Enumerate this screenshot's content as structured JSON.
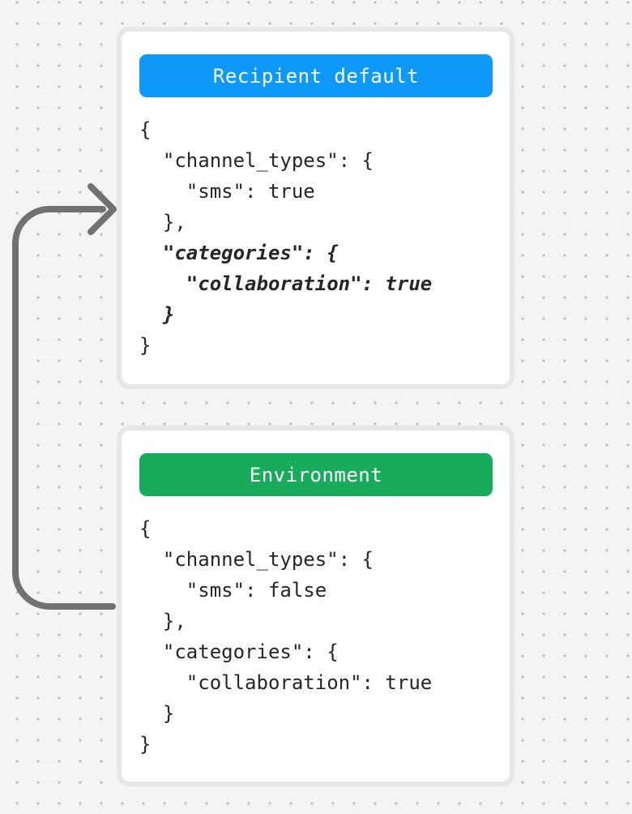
{
  "canvas": {
    "bg_color": "#f4f4f5",
    "dot_color": "#bcbcbe"
  },
  "arrow": {
    "color": "#717171"
  },
  "cards": [
    {
      "name": "recipient-default",
      "header": {
        "label": "Recipient default",
        "bg_color": "#0e98f8",
        "text_color": "#ffffff"
      },
      "code": {
        "lines": [
          {
            "text": "{",
            "em": false
          },
          {
            "text": "  \"channel_types\": {",
            "em": false
          },
          {
            "text": "    \"sms\": true",
            "em": false
          },
          {
            "text": "  },",
            "em": false
          },
          {
            "text": "  \"categories\": {",
            "em": true
          },
          {
            "text": "    \"collaboration\": true",
            "em": true
          },
          {
            "text": "  }",
            "em": true
          },
          {
            "text": "}",
            "em": false
          }
        ]
      }
    },
    {
      "name": "environment",
      "header": {
        "label": "Environment",
        "bg_color": "#18ab5b",
        "text_color": "#ffffff"
      },
      "code": {
        "lines": [
          {
            "text": "{",
            "em": false
          },
          {
            "text": "  \"channel_types\": {",
            "em": false
          },
          {
            "text": "    \"sms\": false",
            "em": false
          },
          {
            "text": "  },",
            "em": false
          },
          {
            "text": "  \"categories\": {",
            "em": false
          },
          {
            "text": "    \"collaboration\": true",
            "em": false
          },
          {
            "text": "  }",
            "em": false
          },
          {
            "text": "}",
            "em": false
          }
        ]
      }
    }
  ]
}
